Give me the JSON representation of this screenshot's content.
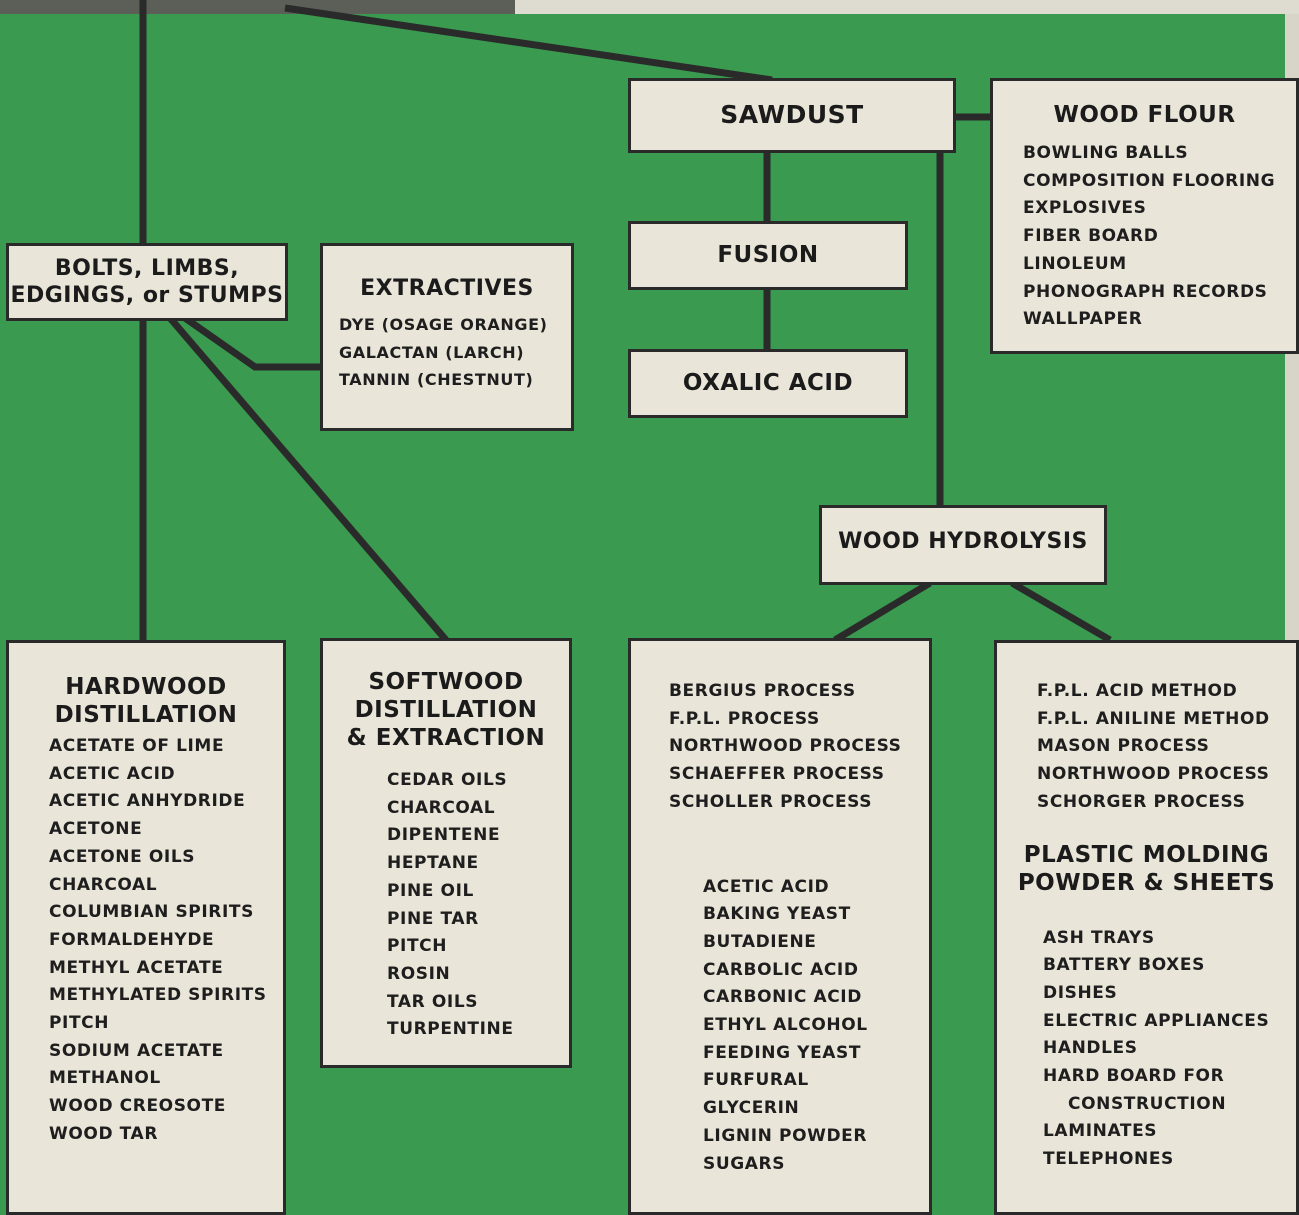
{
  "nodes": {
    "sawdust": {
      "title": "SAWDUST"
    },
    "wood_flour": {
      "title": "WOOD FLOUR",
      "items": [
        "BOWLING BALLS",
        "COMPOSITION FLOORING",
        "EXPLOSIVES",
        "FIBER BOARD",
        "LINOLEUM",
        "PHONOGRAPH RECORDS",
        "WALLPAPER"
      ]
    },
    "fusion": {
      "title": "FUSION"
    },
    "oxalic_acid": {
      "title": "OXALIC ACID"
    },
    "bolts": {
      "title_line1": "BOLTS, LIMBS,",
      "title_line2": "EDGINGS, or STUMPS"
    },
    "extractives": {
      "title": "EXTRACTIVES",
      "items": [
        "DYE (OSAGE ORANGE)",
        "GALACTAN (LARCH)",
        "TANNIN (CHESTNUT)"
      ]
    },
    "wood_hydrolysis": {
      "title": "WOOD HYDROLYSIS"
    },
    "hardwood": {
      "title_line1": "HARDWOOD",
      "title_line2": "DISTILLATION",
      "items": [
        "ACETATE OF LIME",
        "ACETIC ACID",
        "ACETIC ANHYDRIDE",
        "ACETONE",
        "ACETONE OILS",
        "CHARCOAL",
        "COLUMBIAN SPIRITS",
        "FORMALDEHYDE",
        "METHYL ACETATE",
        "METHYLATED SPIRITS",
        "PITCH",
        "SODIUM ACETATE",
        "METHANOL",
        "WOOD CREOSOTE",
        "WOOD TAR"
      ]
    },
    "softwood": {
      "title_line1": "SOFTWOOD",
      "title_line2": "DISTILLATION",
      "title_line3": "& EXTRACTION",
      "items": [
        "CEDAR OILS",
        "CHARCOAL",
        "DIPENTENE",
        "HEPTANE",
        "PINE OIL",
        "PINE TAR",
        "PITCH",
        "ROSIN",
        "TAR OILS",
        "TURPENTINE"
      ]
    },
    "hydro_left": {
      "processes": [
        "BERGIUS PROCESS",
        "F.P.L. PROCESS",
        "NORTHWOOD PROCESS",
        "SCHAEFFER PROCESS",
        "SCHOLLER PROCESS"
      ],
      "products": [
        "ACETIC ACID",
        "BAKING YEAST",
        "BUTADIENE",
        "CARBOLIC ACID",
        "CARBONIC ACID",
        "ETHYL ALCOHOL",
        "FEEDING YEAST",
        "FURFURAL",
        "GLYCERIN",
        "LIGNIN POWDER",
        "SUGARS"
      ]
    },
    "hydro_right": {
      "processes": [
        "F.P.L. ACID METHOD",
        "F.P.L. ANILINE METHOD",
        "MASON PROCESS",
        "NORTHWOOD PROCESS",
        "SCHORGER PROCESS"
      ],
      "title_line1": "PLASTIC MOLDING",
      "title_line2": "POWDER & SHEETS",
      "products": [
        "ASH TRAYS",
        "BATTERY BOXES",
        "DISHES",
        "ELECTRIC APPLIANCES",
        "HANDLES",
        "HARD BOARD FOR",
        "CONSTRUCTION",
        "LAMINATES",
        "TELEPHONES"
      ]
    }
  },
  "colors": {
    "background": "#3a9a50",
    "box_fill": "#e9e5d8",
    "line": "#2a2a2a",
    "text": "#1e1e1e"
  }
}
